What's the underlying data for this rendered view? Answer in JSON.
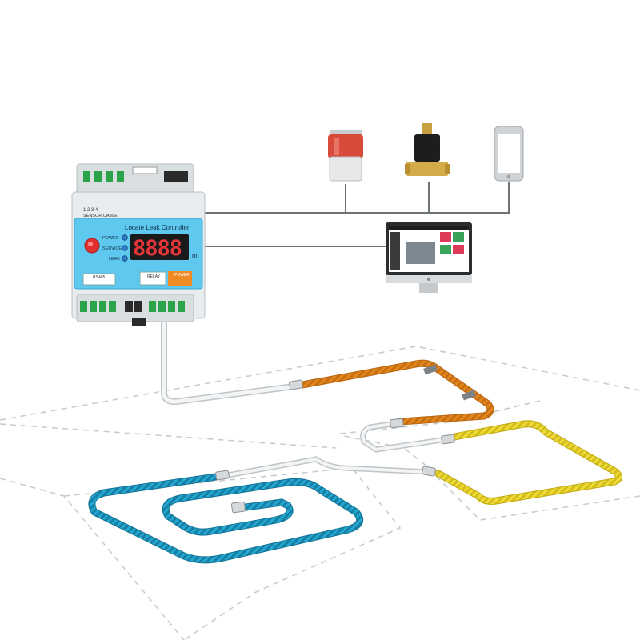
{
  "controller": {
    "terminal_numbers": "1  2  3  4",
    "sensor_cable_label": "SENSOR CABLE",
    "title": "Locate  Leak Controller",
    "indicators": [
      {
        "label": "POWER",
        "color": "#2f7fd0"
      },
      {
        "label": "SERVICE",
        "color": "#2f7fd0"
      },
      {
        "label": "LEAK",
        "color": "#2f7fd0"
      }
    ],
    "display_value": "8888",
    "display_unit": "m",
    "port_labels": {
      "rs485": "RS485",
      "relay": "RELAY",
      "power": "POWER"
    },
    "colors": {
      "body": "#e8ecef",
      "face": "#5ec8ee",
      "display": "#1a1a1a",
      "digits": "#e8353a",
      "alarm_button": "#e03030",
      "terminal": "#2aa34a",
      "power_block": "#f08a24"
    }
  },
  "devices": [
    {
      "name": "alarm-siren",
      "icon": "siren-icon",
      "color": "#d84a3a"
    },
    {
      "name": "solenoid-valve",
      "icon": "valve-icon",
      "color": "#c9a040"
    },
    {
      "name": "smartphone",
      "icon": "phone-icon",
      "color": "#cfd3d6"
    },
    {
      "name": "monitor",
      "icon": "monitor-icon",
      "color": "#2d2d2d"
    }
  ],
  "cables": {
    "lead": "#e6e8ea",
    "orange": "#e2861e",
    "yellow": "#eacd28",
    "blue": "#1a9dc6"
  }
}
